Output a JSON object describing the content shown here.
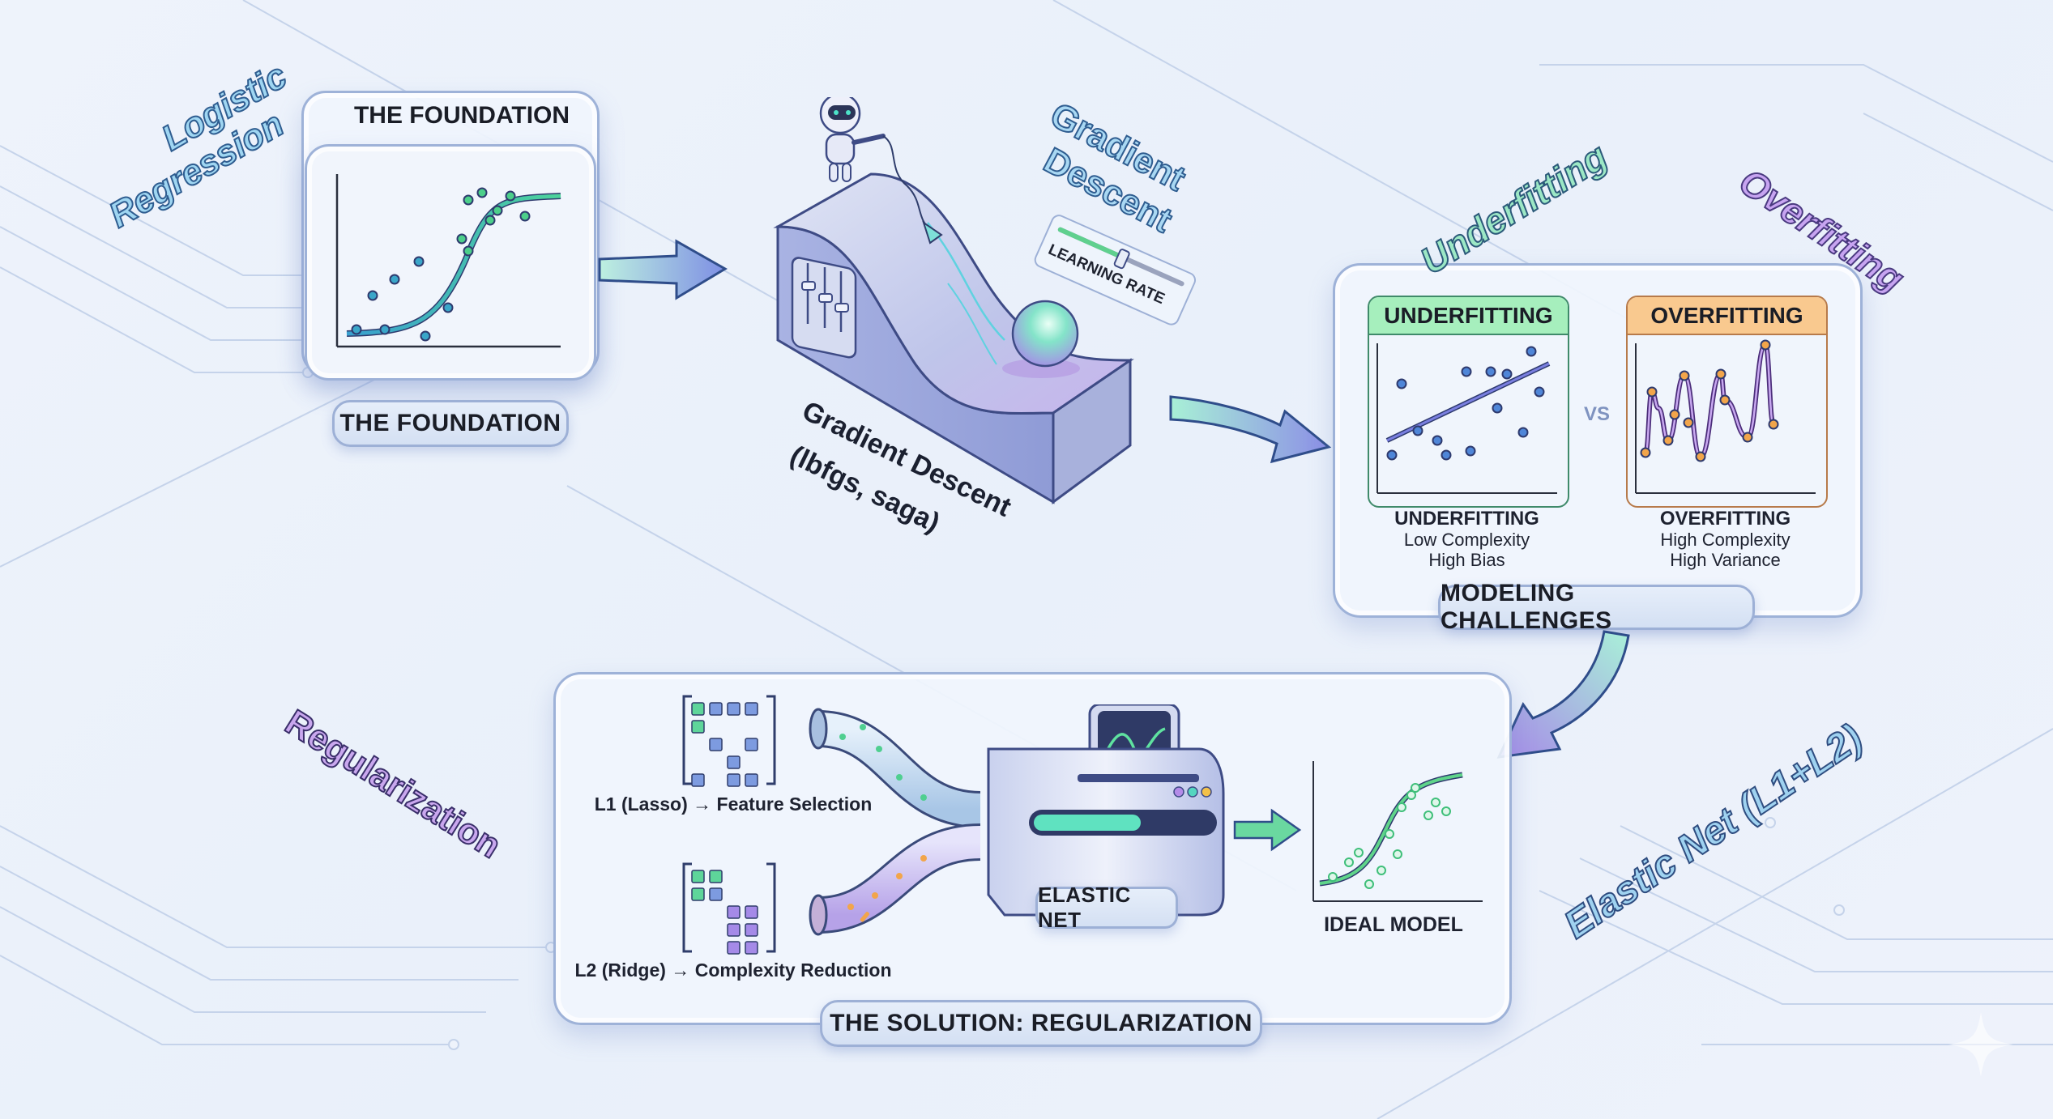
{
  "floating_labels": {
    "logistic_regression_line1": "Logistic",
    "logistic_regression_line2": "Regression",
    "gradient_descent_line1": "Gradient",
    "gradient_descent_line2": "Descent",
    "underfitting": "Underfitting",
    "overfitting": "Overfitting",
    "regularization": "Regularization",
    "elastic_net": "Elastic Net (L1+L2)"
  },
  "foundation": {
    "card_title": "THE FOUNDATION",
    "caption": "THE FOUNDATION"
  },
  "gradient": {
    "slider_label": "LEARNING RATE",
    "slider_value": 0.5,
    "caption_line1": "Gradient Descent",
    "caption_line2": "(lbfgs, saga)"
  },
  "challenges": {
    "under_header": "UNDERFITTING",
    "over_header": "OVERFITTING",
    "vs": "VS",
    "under_title": "UNDERFITTING",
    "under_line1": "Low Complexity",
    "under_line2": "High Bias",
    "over_title": "OVERFITTING",
    "over_line1": "High Complexity",
    "over_line2": "High Variance",
    "caption": "MODELING CHALLENGES"
  },
  "solution": {
    "l1_label": "L1 (Lasso) → Feature Selection",
    "l2_label": "L2 (Ridge) → Complexity Reduction",
    "machine_label": "ELASTIC NET",
    "machine_progress": 0.6,
    "ideal_label": "IDEAL MODEL",
    "caption": "THE SOLUTION: REGULARIZATION"
  },
  "colors": {
    "green": "#4ccf8a",
    "teal": "#3aa6c9",
    "purple": "#9d7be0",
    "orange": "#f2a54a",
    "navy": "#2e3a6e"
  }
}
